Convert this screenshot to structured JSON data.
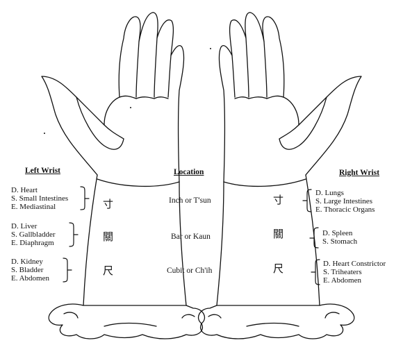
{
  "headings": {
    "left": "Left Wrist",
    "location": "Location",
    "right": "Right Wrist"
  },
  "locations": [
    "Inch or T'sun",
    "Bar or Kaun",
    "Cubit or Ch'ih"
  ],
  "pulse_characters": [
    "寸",
    "關",
    "尺"
  ],
  "left_wrist": [
    [
      "D. Heart",
      "S. Small Intestines",
      "E. Mediastinal"
    ],
    [
      "D. Liver",
      "S. Gallbladder",
      "E. Diaphragm"
    ],
    [
      "D. Kidney",
      "S. Bladder",
      "E. Abdomen"
    ]
  ],
  "right_wrist": [
    [
      "D. Lungs",
      "S. Large Intestines",
      "E. Thoracic Organs"
    ],
    [
      "D. Spleen",
      "S. Stomach"
    ],
    [
      "D. Heart Constrictor",
      "S. Triheaters",
      "E. Abdomen"
    ]
  ]
}
